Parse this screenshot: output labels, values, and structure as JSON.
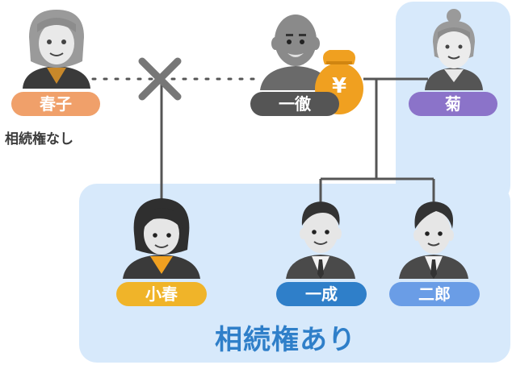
{
  "people": {
    "haruko": {
      "name": "春子",
      "note": "相続権なし"
    },
    "ittetsu": {
      "name": "一徹"
    },
    "kiku": {
      "name": "菊"
    },
    "koharu": {
      "name": "小春"
    },
    "kazunari": {
      "name": "一成"
    },
    "jiro": {
      "name": "二郎"
    }
  },
  "zone_label": "相続権あり",
  "money_symbol": "¥",
  "colors": {
    "zone_fill": "#d7e9fb",
    "haruko_badge": "#f0a06a",
    "ittetsu_badge": "#555555",
    "kiku_badge": "#8b73c9",
    "koharu_badge": "#f0b429",
    "kazunari_badge": "#2f7fc9",
    "jiro_badge": "#6a9de6",
    "money_bag": "#f0a020",
    "zone_text": "#2f7fc9"
  }
}
